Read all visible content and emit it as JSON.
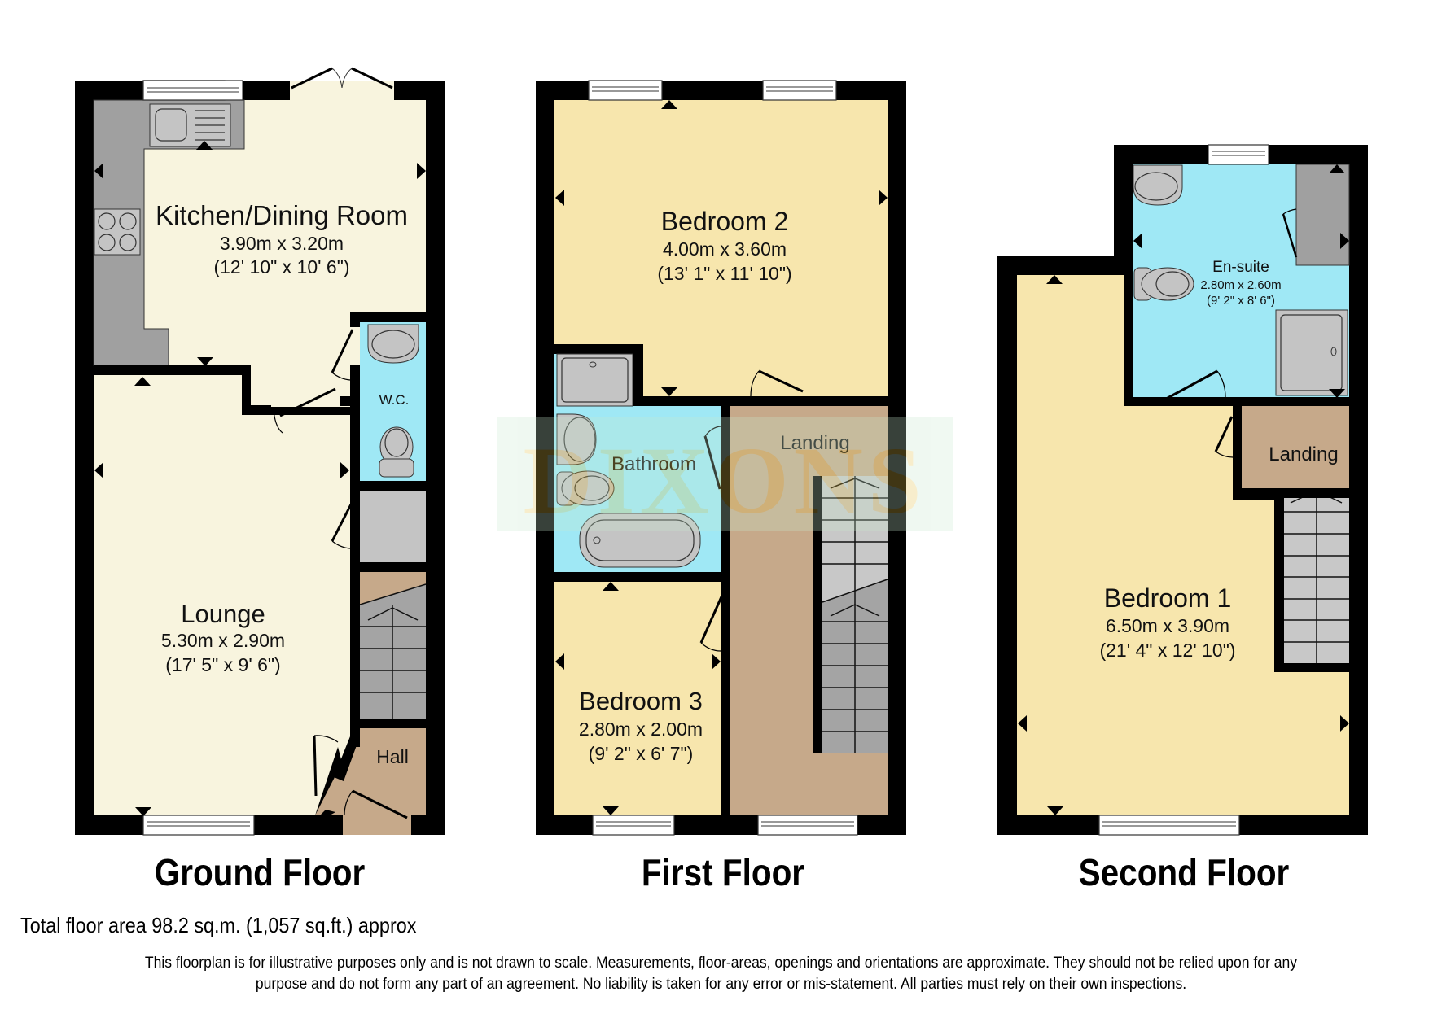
{
  "brand": {
    "watermark": "DIXONS"
  },
  "colors": {
    "wall": "#000000",
    "kitchen_floor": "#f8f4de",
    "bedroom_floor": "#f7e6ad",
    "wet_room": "#9fe8f5",
    "hall_landing": "#c6a98a",
    "fitted_units": "#a0a0a0",
    "stairs": "#c8c8c8",
    "stairs_dark": "#a4a4a4",
    "fixture": "#c4c4c4"
  },
  "floors": [
    {
      "title": "Ground Floor",
      "rooms": [
        {
          "name": "Kitchen/Dining Room",
          "metric": "3.90m x 3.20m",
          "imperial": "(12' 10\" x 10' 6\")"
        },
        {
          "name": "W.C."
        },
        {
          "name": "Lounge",
          "metric": "5.30m x 2.90m",
          "imperial": "(17' 5\" x 9' 6\")"
        },
        {
          "name": "Hall"
        }
      ]
    },
    {
      "title": "First Floor",
      "rooms": [
        {
          "name": "Bedroom 2",
          "metric": "4.00m x 3.60m",
          "imperial": "(13' 1\" x 11' 10\")"
        },
        {
          "name": "Bathroom"
        },
        {
          "name": "Landing"
        },
        {
          "name": "Bedroom 3",
          "metric": "2.80m x 2.00m",
          "imperial": "(9' 2\" x 6' 7\")"
        }
      ]
    },
    {
      "title": "Second Floor",
      "rooms": [
        {
          "name": "En-suite",
          "metric": "2.80m x 2.60m",
          "imperial": "(9' 2\" x 8' 6\")"
        },
        {
          "name": "Landing"
        },
        {
          "name": "Bedroom 1",
          "metric": "6.50m x 3.90m",
          "imperial": "(21' 4\" x 12' 10\")"
        }
      ]
    }
  ],
  "footer": {
    "total_area": "Total floor area 98.2 sq.m. (1,057 sq.ft.) approx",
    "disclaimer_line1": "This floorplan is for illustrative purposes only and is not drawn to scale. Measurements, floor-areas, openings and orientations are approximate. They should not be relied upon for any",
    "disclaimer_line2": "purpose and do not form any part of an agreement. No liability is taken for any error or mis-statement. All parties must rely on their own inspections."
  }
}
